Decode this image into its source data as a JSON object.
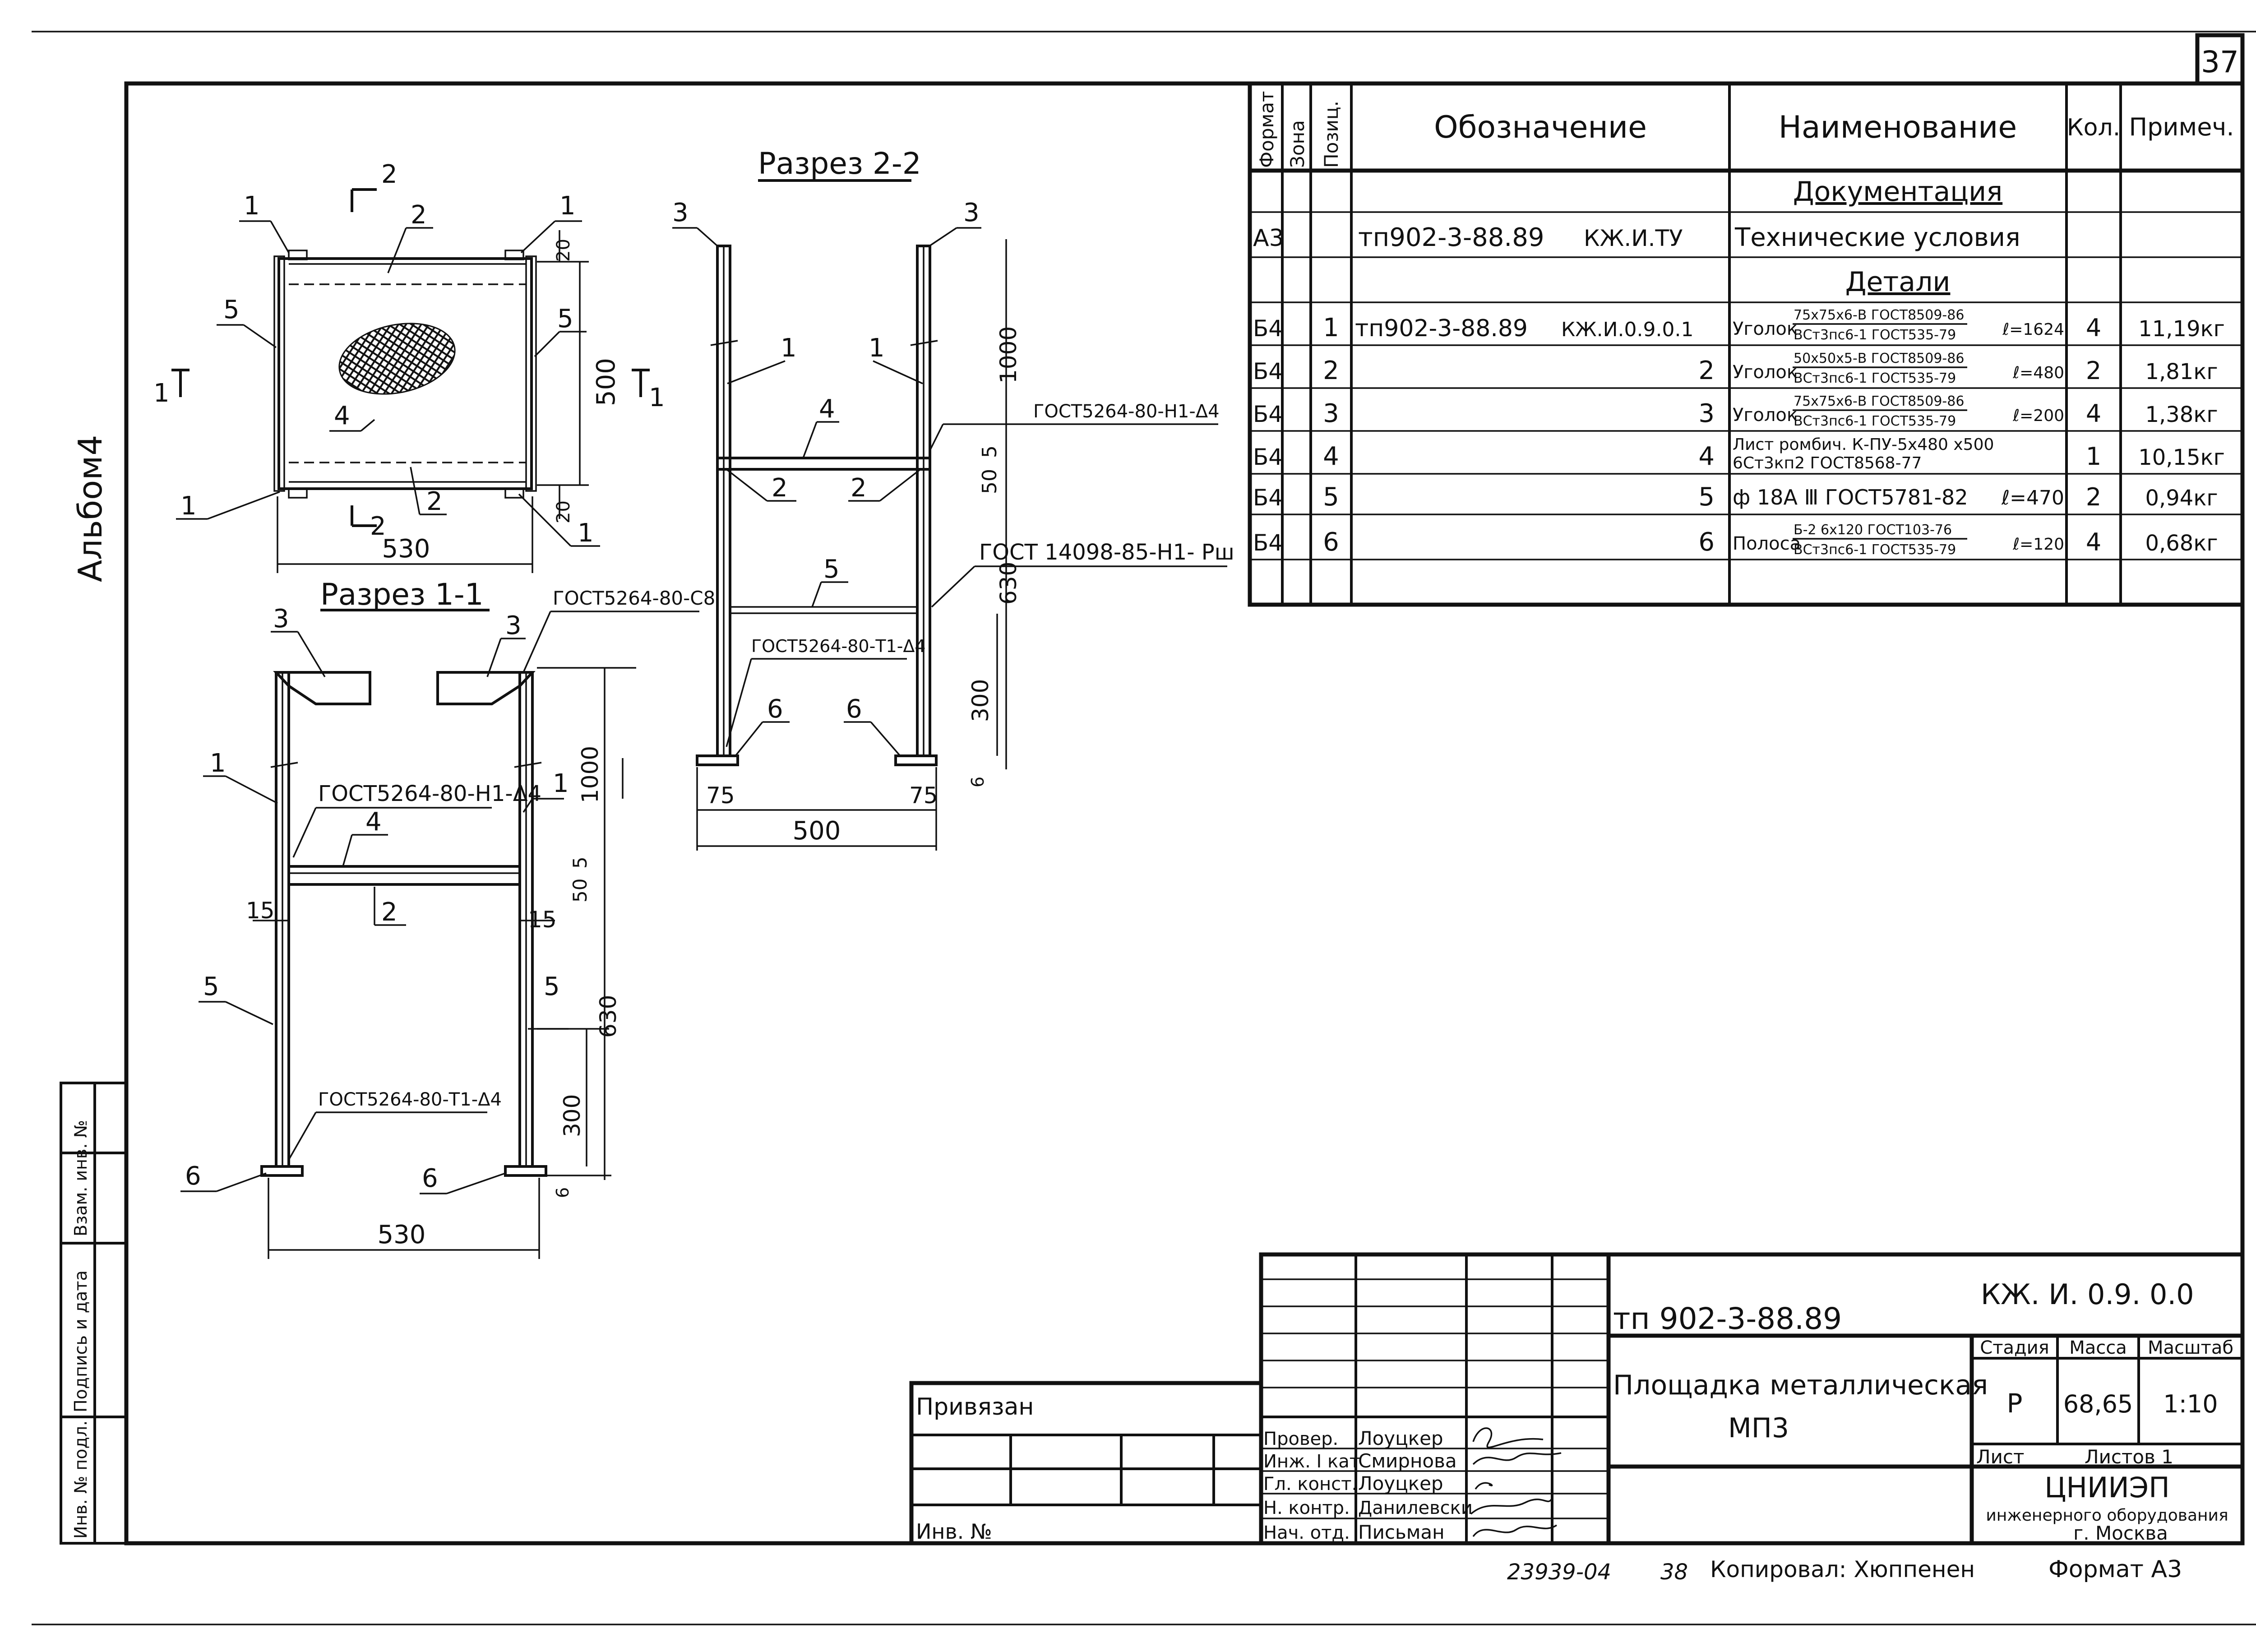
{
  "page_number": "37",
  "album_label": "Альбом4",
  "left_stamp": [
    "Инв. № подл.",
    "Подпись и дата",
    "Взам. инв. №"
  ],
  "spec_table": {
    "headers": {
      "format": "Формат",
      "zone": "Зона",
      "pos": "Позиц.",
      "designation": "Обозначение",
      "name": "Наименование",
      "qty": "Кол.",
      "note": "Примеч."
    },
    "section_docs": "Документация",
    "doc_row": {
      "format": "А3",
      "designation": "тп902-3-88.89",
      "designation2": "КЖ.И.ТУ",
      "name": "Технические условия"
    },
    "section_parts": "Детали",
    "rows": [
      {
        "format": "Б4",
        "pos": "1",
        "designation": "тп902-3-88.89",
        "designation2": "КЖ.И.0.9.0.1",
        "name_main": "Уголок",
        "name_top": "75х75х6-В ГОСТ8509-86",
        "name_bottom": "ВСт3пс6-1 ГОСТ535-79",
        "name_len": "ℓ=1624",
        "qty": "4",
        "note": "11,19кг"
      },
      {
        "format": "Б4",
        "pos": "2",
        "designation": "",
        "designation2": "2",
        "name_main": "Уголок",
        "name_top": "50х50х5-В ГОСТ8509-86",
        "name_bottom": "ВСт3пс6-1 ГОСТ535-79",
        "name_len": "ℓ=480",
        "qty": "2",
        "note": "1,81кг"
      },
      {
        "format": "Б4",
        "pos": "3",
        "designation": "",
        "designation2": "3",
        "name_main": "Уголок",
        "name_top": "75х75х6-В ГОСТ8509-86",
        "name_bottom": "ВСт3пс6-1 ГОСТ535-79",
        "name_len": "ℓ=200",
        "qty": "4",
        "note": "1,38кг"
      },
      {
        "format": "Б4",
        "pos": "4",
        "designation": "",
        "designation2": "4",
        "name_main": "Лист ромбич. К-ПУ-5х480 х500",
        "name_top": "",
        "name_bottom": "6Ст3кп2 ГОСТ8568-77",
        "name_len": "",
        "qty": "1",
        "note": "10,15кг"
      },
      {
        "format": "Б4",
        "pos": "5",
        "designation": "",
        "designation2": "5",
        "name_main": "ф 18А Ⅲ ГОСТ5781-82",
        "name_top": "",
        "name_bottom": "",
        "name_len": "ℓ=470",
        "qty": "2",
        "note": "0,94кг"
      },
      {
        "format": "Б4",
        "pos": "6",
        "designation": "",
        "designation2": "6",
        "name_main": "Полоса",
        "name_top": "Б-2 6х120 ГОСТ103-76",
        "name_bottom": "ВСт3пс6-1 ГОСТ535-79",
        "name_len": "ℓ=120",
        "qty": "4",
        "note": "0,68кг"
      }
    ]
  },
  "views": {
    "plan": {
      "section_mark": "2",
      "dim_width": "530",
      "dim_height": "500",
      "dim_20a": "20",
      "dim_20b": "20",
      "side_mark": "1"
    },
    "section11": {
      "title": "Разрез 1-1",
      "weld_top": "ГОСТ5264-80-С8",
      "weld_mid": "ГОСТ5264-80-Н1-Δ4",
      "weld_bottom": "ГОСТ5264-80-Т1-Δ4",
      "dim_1000": "1000",
      "dim_5": "5",
      "dim_50": "50",
      "dim_630": "630",
      "dim_300": "300",
      "dim_6": "6",
      "dim_15a": "15",
      "dim_15b": "15",
      "dim_530": "530"
    },
    "section22": {
      "title": "Разрез 2-2",
      "weld_mid": "ГОСТ5264-80-Н1-Δ4",
      "weld_rod": "ГОСТ 14098-85-Н1- Рш",
      "weld_bottom": "ГОСТ5264-80-Т1-Δ4",
      "dim_1000": "1000",
      "dim_5": "5",
      "dim_50": "50",
      "dim_630": "630",
      "dim_300": "300",
      "dim_6": "6",
      "dim_75a": "75",
      "dim_75b": "75",
      "dim_500": "500"
    },
    "pos_labels": [
      "1",
      "2",
      "3",
      "4",
      "5",
      "6"
    ]
  },
  "title_block": {
    "privyazan": "Привязан",
    "inv_no": "Инв. №",
    "project": "тп 902-3-88.89",
    "code": "КЖ. И. 0.9. 0.0",
    "title_line1": "Площадка металлическая",
    "title_line2": "МП3",
    "stage_h": "Стадия",
    "mass_h": "Масса",
    "scale_h": "Масштаб",
    "stage": "Р",
    "mass": "68,65",
    "scale": "1:10",
    "sheet_h": "Лист",
    "sheets_h": "Листов 1",
    "org1": "ЦНИИЭП",
    "org2": "инженерного оборудования",
    "org3": "г. Москва",
    "staff": [
      {
        "role": "Провер.",
        "name": "Лоуцкер"
      },
      {
        "role": "Инж. I кат",
        "name": "Смирнова"
      },
      {
        "role": "Гл. конст.",
        "name": "Лоуцкер"
      },
      {
        "role": "Н. контр.",
        "name": "Данилевски"
      },
      {
        "role": "Нач. отд.",
        "name": "Письман"
      }
    ]
  },
  "footer": {
    "code": "23939-04",
    "num": "38",
    "copied": "Копировал: Хюппенен",
    "format": "Формат А3"
  }
}
